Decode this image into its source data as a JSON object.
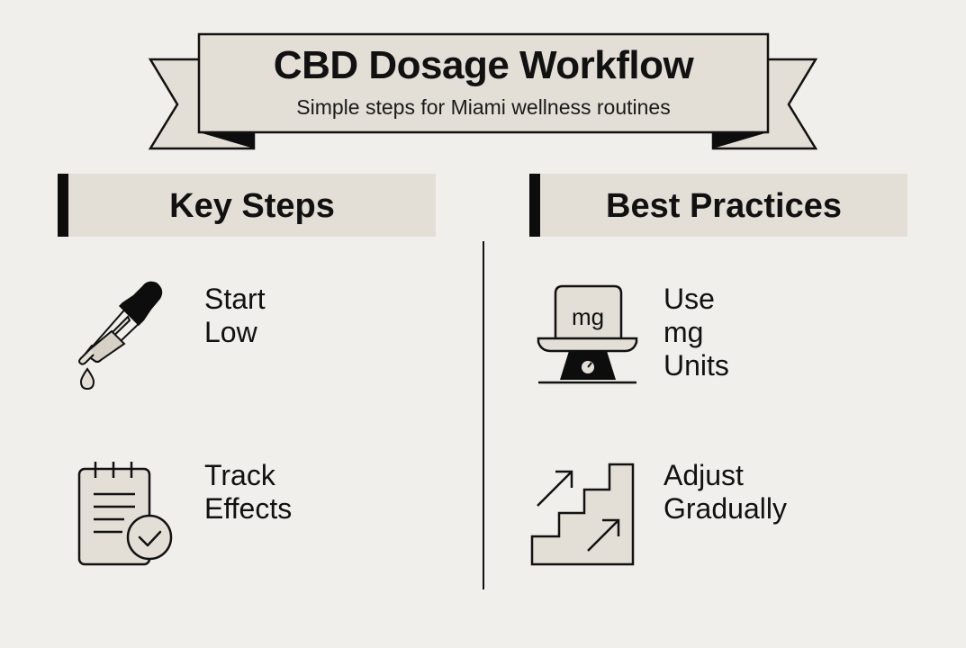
{
  "header": {
    "title": "CBD Dosage Workflow",
    "subtitle": "Simple steps for Miami wellness routines"
  },
  "sections": [
    {
      "title": "Key Steps",
      "items": [
        {
          "label": "Start Low",
          "icon": "dropper-icon"
        },
        {
          "label": "Track Effects",
          "icon": "notepad-check-icon"
        }
      ]
    },
    {
      "title": "Best Practices",
      "items": [
        {
          "label": "Use mg Units",
          "icon": "scale-mg-icon",
          "icon_text": "mg"
        },
        {
          "label": "Adjust Gradually",
          "icon": "stairs-arrows-icon"
        }
      ]
    }
  ],
  "colors": {
    "background": "#f0efeb",
    "fill": "#e3ded6",
    "ink": "#111111"
  }
}
